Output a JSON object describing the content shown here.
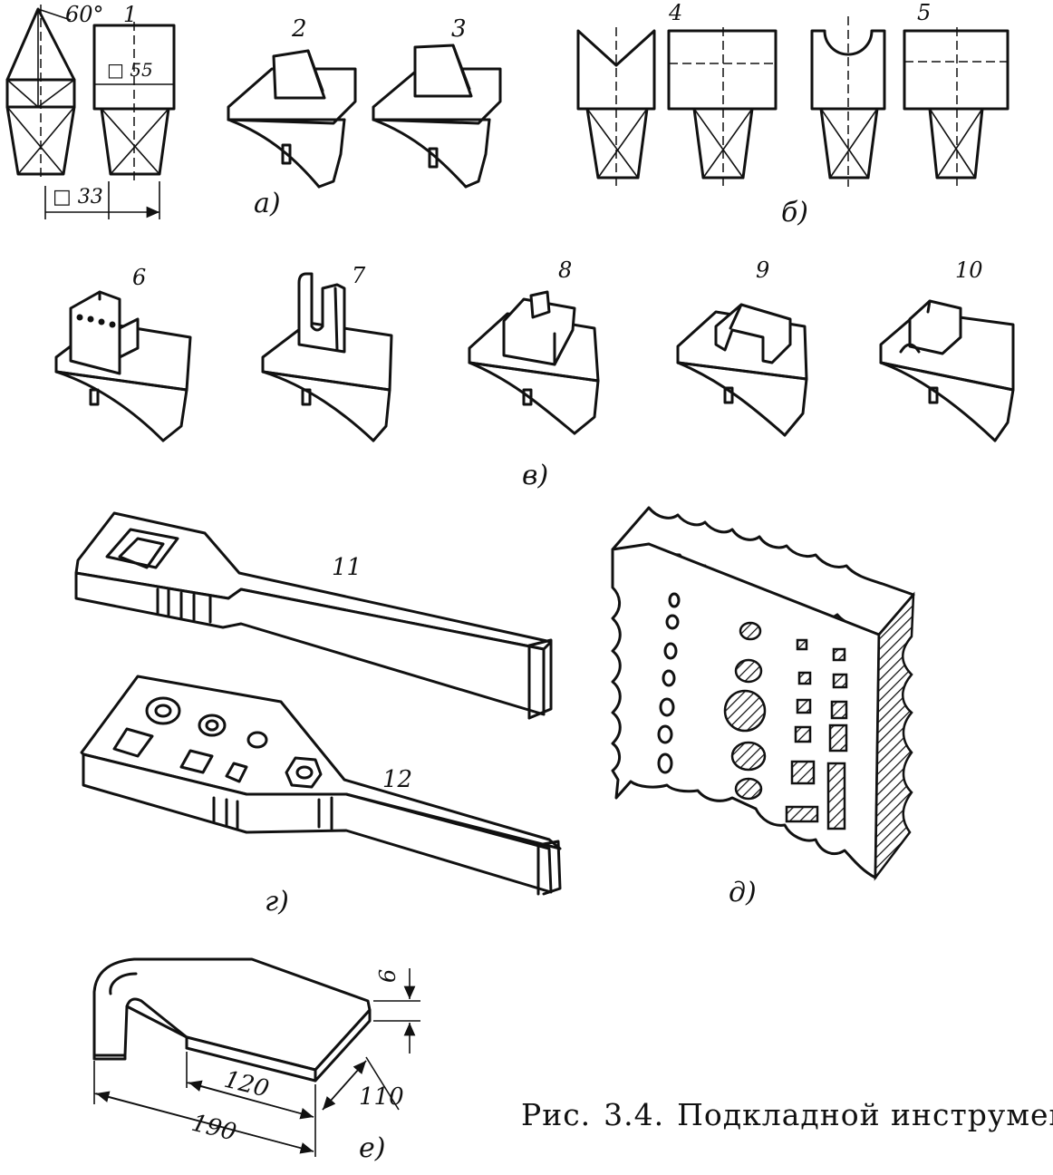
{
  "caption": {
    "prefix": "Рис.",
    "number": "3.4.",
    "title": "Подкладной инструмент"
  },
  "sections": {
    "a": "а)",
    "b": "б)",
    "v": "в)",
    "g": "г)",
    "d": "д)",
    "e": "е)"
  },
  "numbers": [
    "1",
    "2",
    "3",
    "4",
    "5",
    "6",
    "7",
    "8",
    "9",
    "10",
    "11",
    "12"
  ],
  "dims": {
    "angle": "60°",
    "sq55": "□ 55",
    "sq33": "□ 33",
    "d6": "6",
    "d120": "120",
    "d190": "190",
    "d110": "110"
  }
}
